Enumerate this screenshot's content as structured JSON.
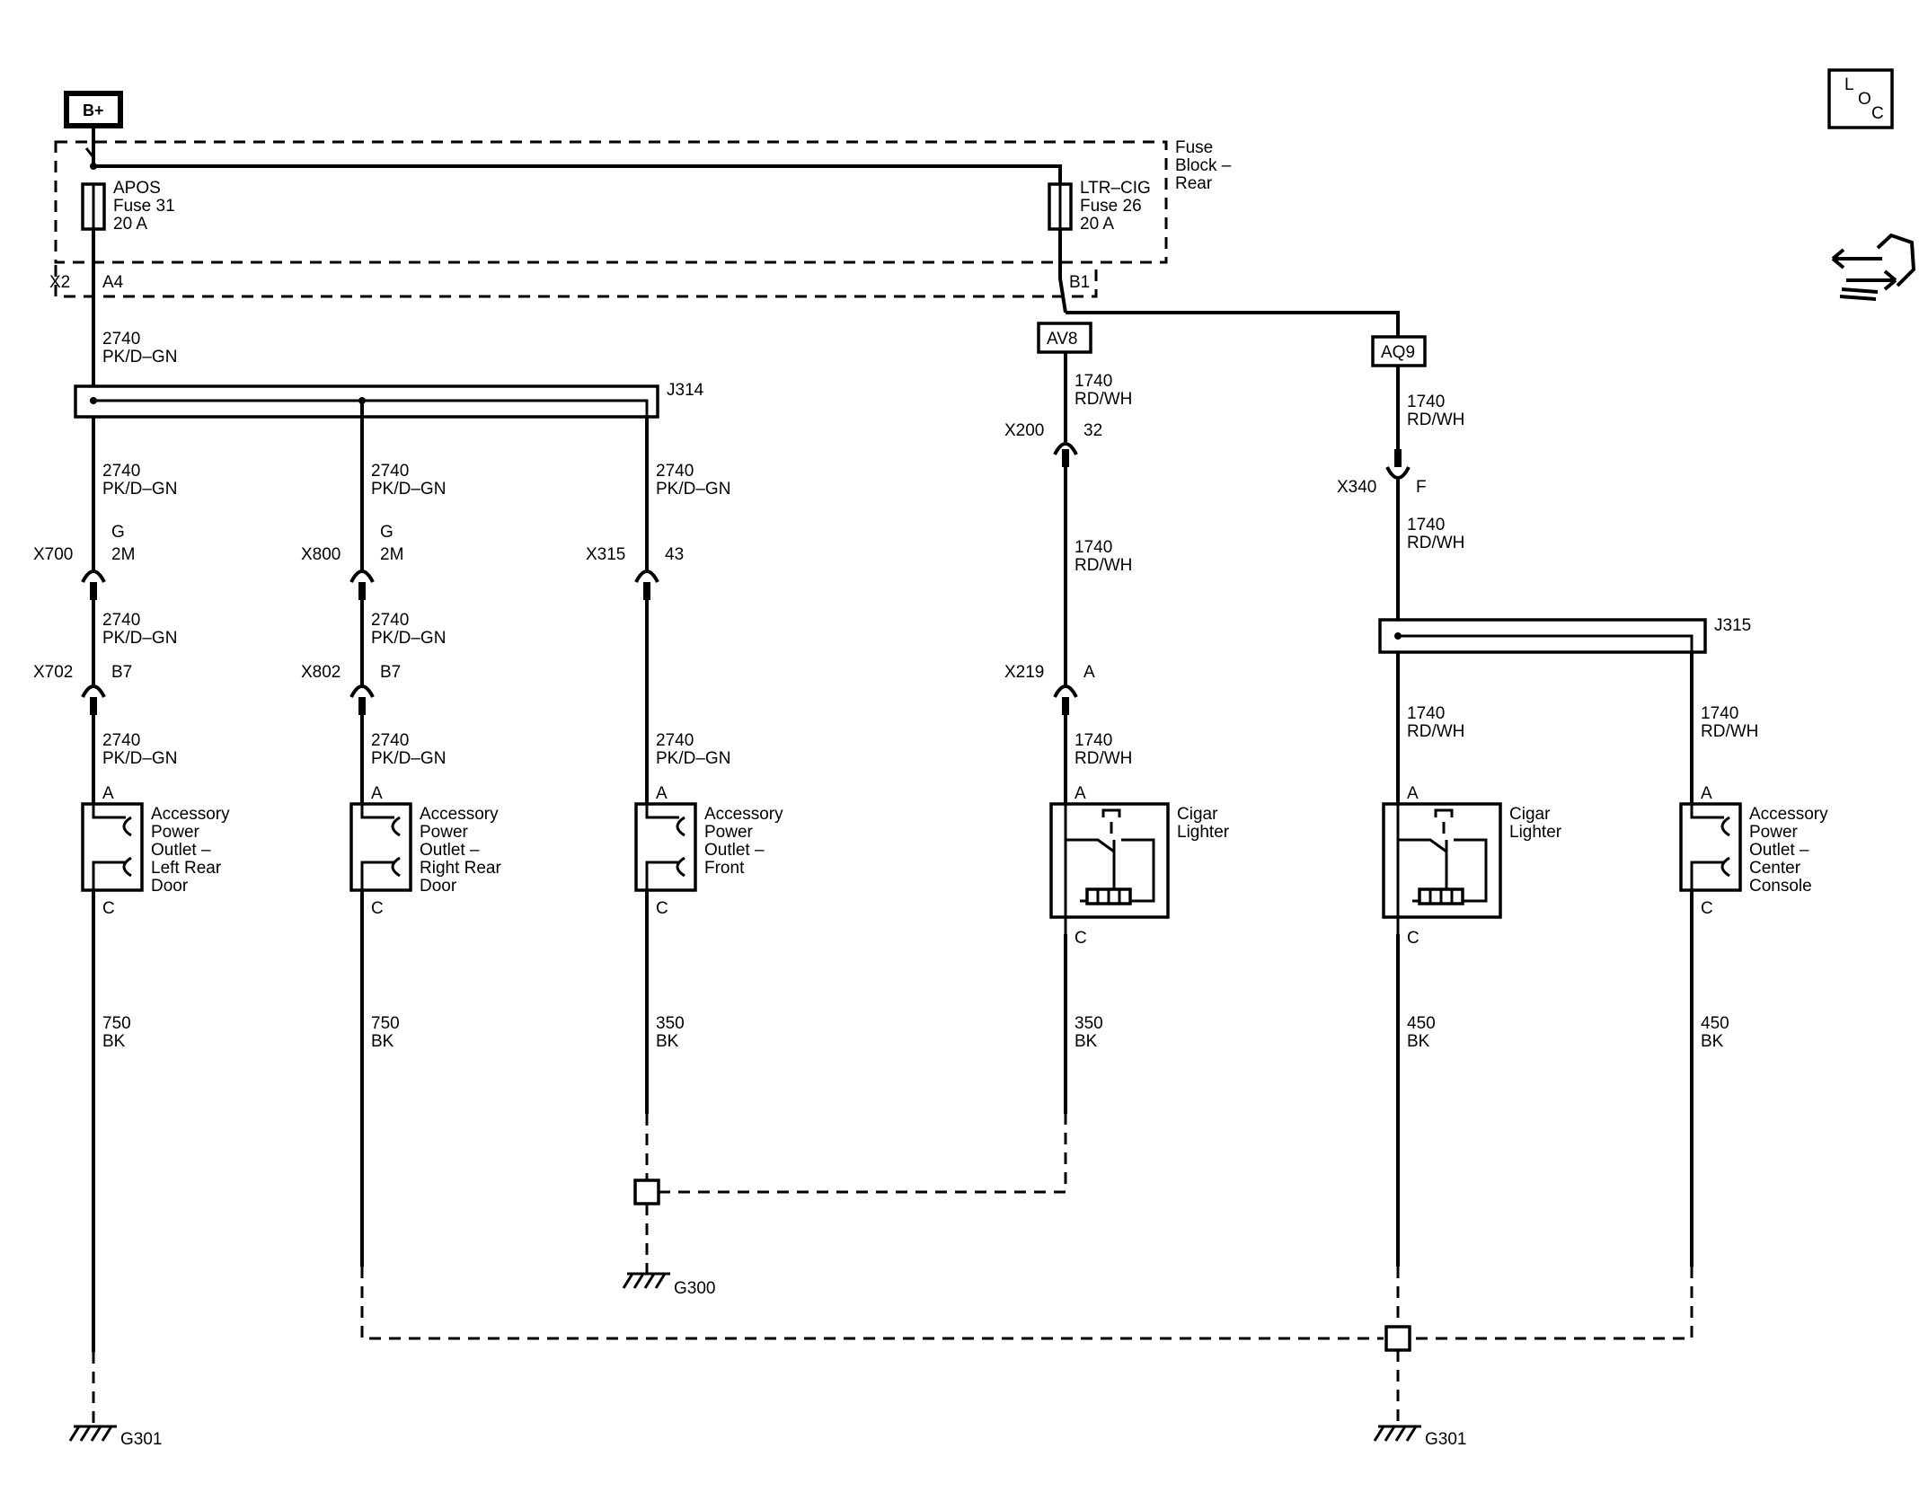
{
  "title_bplus": "B+",
  "loc_icon": {
    "l": "L",
    "o": "O",
    "c": "C"
  },
  "fuse_block": {
    "line1": "Fuse",
    "line2": "Block –",
    "line3": "Rear"
  },
  "fuses": [
    {
      "name": "APOS",
      "num": "Fuse 31",
      "amp": "20 A"
    },
    {
      "name": "LTR–CIG",
      "num": "Fuse 26",
      "amp": "20 A"
    }
  ],
  "fuse_connectors": {
    "x2": "X2",
    "a4": "A4",
    "b1": "B1"
  },
  "splice_packs": [
    "AV8",
    "AQ9"
  ],
  "junctions": [
    "J314",
    "J315"
  ],
  "wires": {
    "pk_num": "2740",
    "pk_color": "PK/D–GN",
    "rd_num": "1740",
    "rd_color": "RD/WH",
    "bk750_num": "750",
    "bk350_num": "350",
    "bk450_num": "450",
    "bk_color": "BK"
  },
  "connectors": [
    {
      "name": "X700",
      "pin_a": "G",
      "pin_b": "2M"
    },
    {
      "name": "X800",
      "pin_a": "G",
      "pin_b": "2M"
    },
    {
      "name": "X315",
      "pin_b": "43"
    },
    {
      "name": "X702",
      "pin_b": "B7"
    },
    {
      "name": "X802",
      "pin_b": "B7"
    },
    {
      "name": "X200",
      "pin_b": "32"
    },
    {
      "name": "X340",
      "pin_b": "F"
    },
    {
      "name": "X219",
      "pin_b": "A"
    }
  ],
  "pins": {
    "a": "A",
    "c": "C"
  },
  "components": [
    {
      "lines": [
        "Accessory",
        "Power",
        "Outlet –",
        "Left Rear",
        "Door"
      ]
    },
    {
      "lines": [
        "Accessory",
        "Power",
        "Outlet –",
        "Right Rear",
        "Door"
      ]
    },
    {
      "lines": [
        "Accessory",
        "Power",
        "Outlet –",
        "Front"
      ]
    },
    {
      "lines": [
        "Cigar",
        "Lighter"
      ]
    },
    {
      "lines": [
        "Cigar",
        "Lighter"
      ]
    },
    {
      "lines": [
        "Accessory",
        "Power",
        "Outlet –",
        "Center",
        "Console"
      ]
    }
  ],
  "grounds": [
    "G301",
    "G300",
    "G301"
  ]
}
